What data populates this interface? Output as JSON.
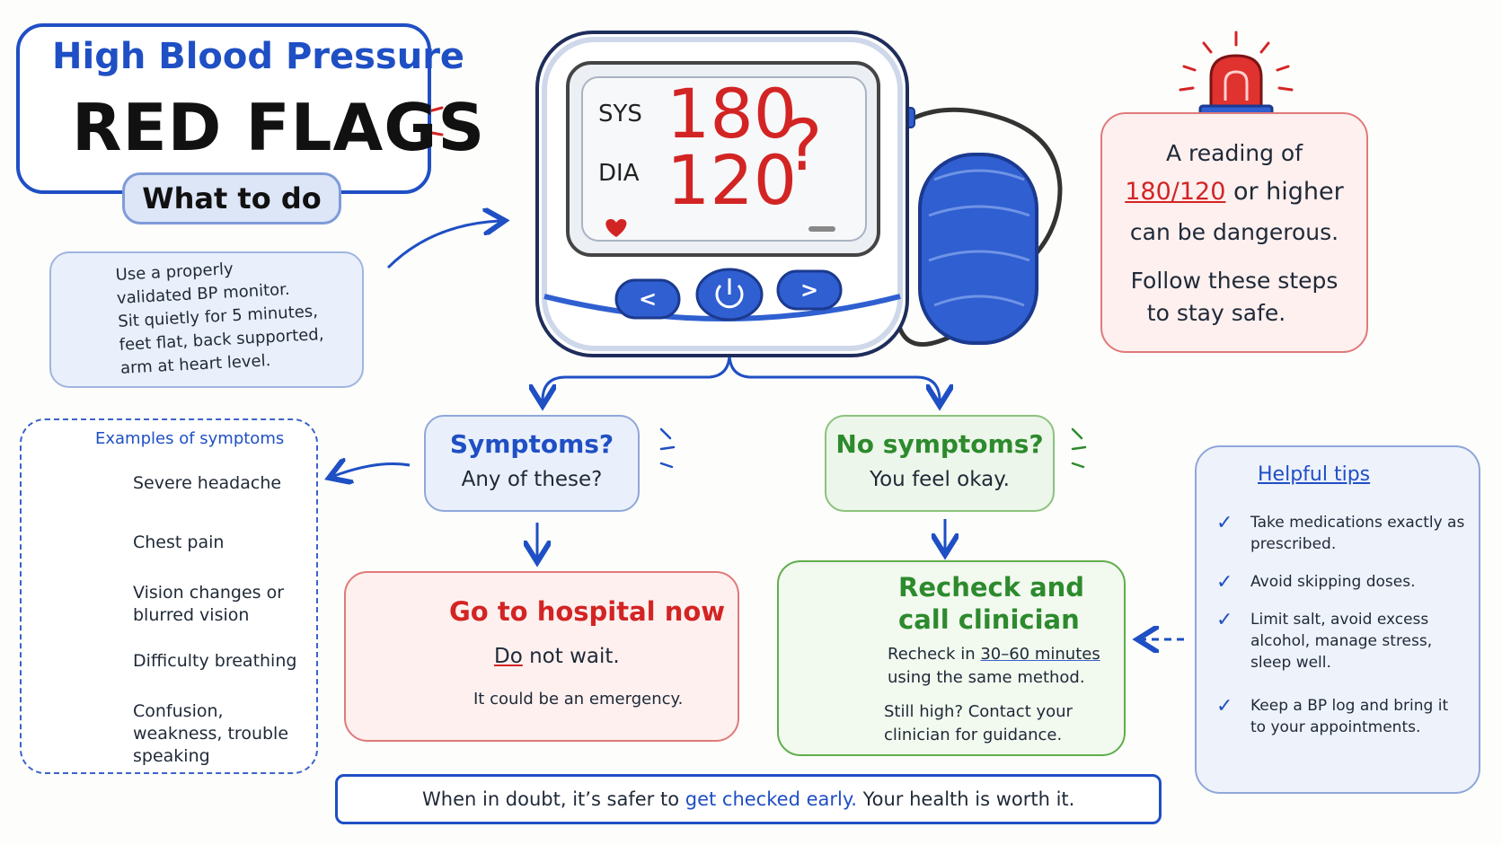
{
  "title": {
    "line1": "High Blood Pressure",
    "line2": "RED FLAGS",
    "subtitle": "What to do"
  },
  "measurement_tip": {
    "lines": [
      "Use a properly",
      "validated BP monitor.",
      "Sit quietly for 5 minutes,",
      "feet flat, back supported,",
      "arm at heart level."
    ]
  },
  "monitor": {
    "sys_label": "SYS",
    "sys_value": "180",
    "dia_label": "DIA",
    "dia_value": "120",
    "question_mark": "?",
    "prev_button": "<",
    "next_button": ">"
  },
  "warning": {
    "line1": "A reading of",
    "threshold": "180/120",
    "line2_rest": " or higher",
    "line3": "can be dangerous.",
    "line4": "Follow these steps",
    "line5": "to stay safe."
  },
  "symptoms": {
    "title": "Examples of symptoms",
    "items": [
      {
        "label": "Severe headache",
        "icon": "headache-icon"
      },
      {
        "label": "Chest pain",
        "icon": "chest-pain-icon"
      },
      {
        "label": "Vision changes or blurred vision",
        "icon": "eye-icon"
      },
      {
        "label": "Difficulty breathing",
        "icon": "lungs-icon"
      },
      {
        "label": "Confusion, weakness, trouble speaking",
        "icon": "confused-face-icon"
      }
    ]
  },
  "decision_symptoms": {
    "title": "Symptoms?",
    "subtitle": "Any of these?"
  },
  "decision_no_symptoms": {
    "title": "No symptoms?",
    "subtitle": "You feel okay."
  },
  "hospital": {
    "title": "Go to hospital now",
    "do_word": "Do",
    "line_rest": " not wait.",
    "note": "It could be an emergency.",
    "exclaim": "!"
  },
  "recheck": {
    "title_line1": "Recheck and",
    "title_line2": "call clinician",
    "line1_pre": "Recheck in ",
    "interval": "30–60 minutes",
    "line1_post": " using the same method.",
    "line2": "Still high? Contact your clinician for guidance."
  },
  "tips": {
    "title": "Helpful tips",
    "items": [
      "Take medications exactly as prescribed.",
      "Avoid skipping doses.",
      "Limit salt, avoid excess alcohol, manage stress, sleep well.",
      "Keep a BP log and bring it to your appointments."
    ],
    "check_glyph": "✓"
  },
  "banner": {
    "pre": "When in doubt, it’s safer to ",
    "emphasis": "get checked early.",
    "post": " Your health is worth it."
  },
  "colors": {
    "blue": "#1f4fc4",
    "red": "#d32424",
    "green": "#2d8a2d"
  }
}
